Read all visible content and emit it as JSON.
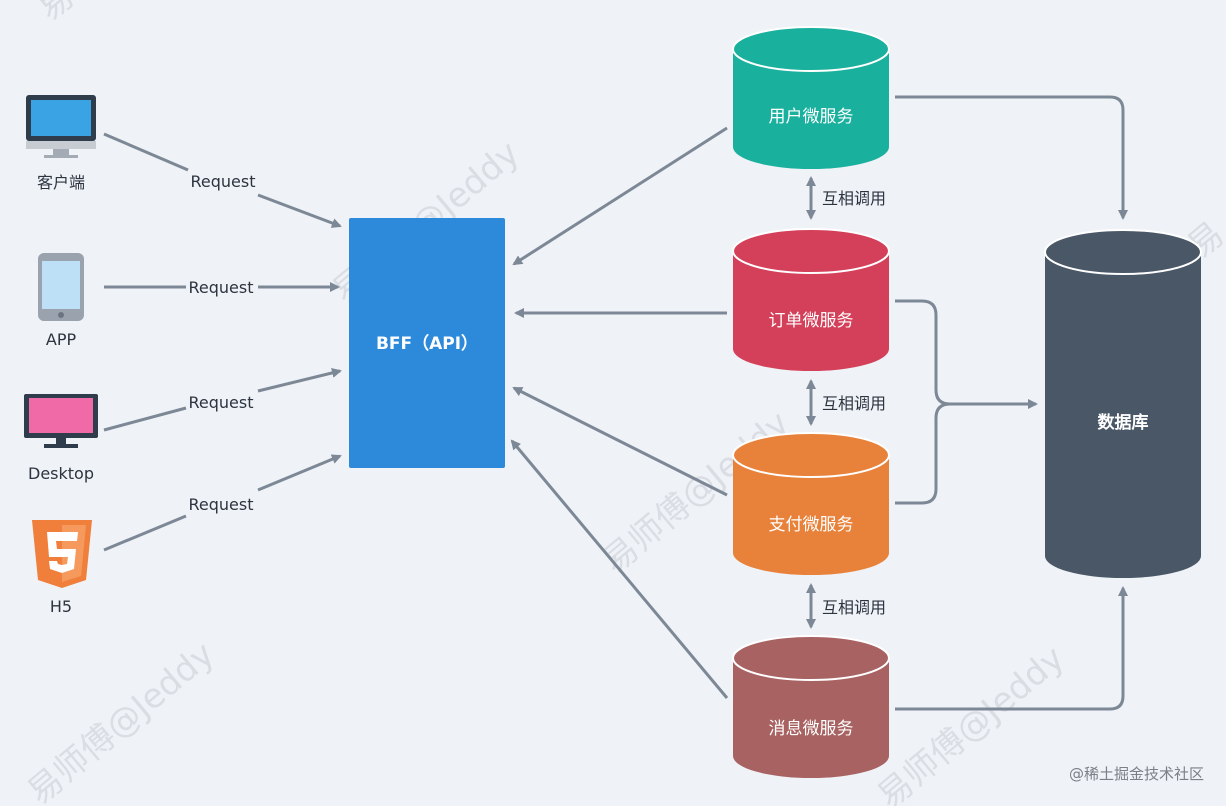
{
  "watermark": {
    "text": "易师傅@Jeddy",
    "corner_fragment": "易"
  },
  "footer": {
    "text": "@稀土掘金技术社区"
  },
  "clients": [
    {
      "id": "client",
      "label": "客户端",
      "icon": "monitor-icon",
      "color": "#3aa3e3"
    },
    {
      "id": "app",
      "label": "APP",
      "icon": "tablet-icon",
      "color": "#bde0f6"
    },
    {
      "id": "desktop",
      "label": "Desktop",
      "icon": "desktop-icon",
      "color": "#ef6aa7"
    },
    {
      "id": "h5",
      "label": "H5",
      "icon": "html5-icon",
      "color": "#ef7f3a"
    }
  ],
  "request_label": "Request",
  "bff": {
    "label": "BFF（API）",
    "color": "#2d89da"
  },
  "services": [
    {
      "id": "user",
      "label": "用户微服务",
      "color": "#19b09e"
    },
    {
      "id": "order",
      "label": "订单微服务",
      "color": "#d4405a"
    },
    {
      "id": "payment",
      "label": "支付微服务",
      "color": "#e8823a"
    },
    {
      "id": "message",
      "label": "消息微服务",
      "color": "#a86262"
    }
  ],
  "mutual_call_label": "互相调用",
  "database": {
    "label": "数据库",
    "color": "#4a5767"
  },
  "colors": {
    "arrow": "#7d8896",
    "background": "#eff2f6"
  }
}
